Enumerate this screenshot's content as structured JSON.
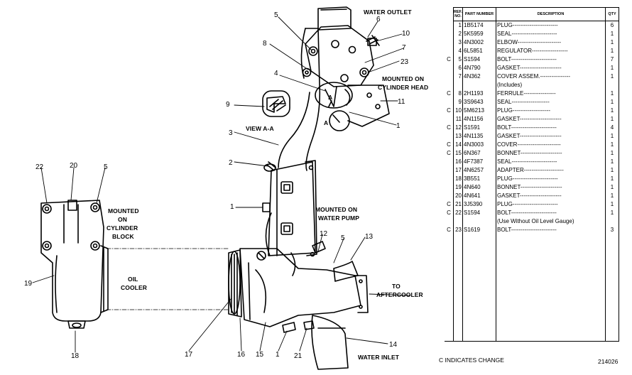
{
  "labels": {
    "water_outlet": "WATER OUTLET",
    "mounted_on_cylinder_head": [
      "MOUNTED ON",
      "CYLINDER HEAD"
    ],
    "view_aa": "VIEW A-A",
    "section_mark": "A",
    "mounted_on_water_pump": [
      "MOUNTED ON",
      "WATER PUMP"
    ],
    "mounted_on_cylinder_block": [
      "MOUNTED",
      "ON",
      "CYLINDER",
      "BLOCK"
    ],
    "oil_cooler": [
      "OIL",
      "COOLER"
    ],
    "to_aftercooler": [
      "TO",
      "AFTERCOOLER"
    ],
    "water_inlet": "WATER INLET"
  },
  "callouts": {
    "c5a": "5",
    "c6": "6",
    "c10": "10",
    "c7": "7",
    "c23": "23",
    "c8": "8",
    "c4": "4",
    "c11": "11",
    "c1a": "1",
    "c9": "9",
    "c3": "3",
    "c2": "2",
    "c1b": "1",
    "c12": "12",
    "c5b": "5",
    "c13": "13",
    "c22": "22",
    "c20": "20",
    "c5c": "5",
    "c19": "19",
    "c18": "18",
    "c17": "17",
    "c16": "16",
    "c15": "15",
    "c1c": "1",
    "c21": "21",
    "c14": "14"
  },
  "table": {
    "headers": {
      "ref": "REF. NO.",
      "part": "PART NUMBER",
      "desc": "DESCRIPTION",
      "qty": "QTY"
    },
    "rows": [
      {
        "c": "",
        "ref": "1",
        "part": "1B5174",
        "desc": "PLUG------------------------",
        "qty": "6"
      },
      {
        "c": "",
        "ref": "2",
        "part": "5K5959",
        "desc": "SEAL------------------------",
        "qty": "1"
      },
      {
        "c": "",
        "ref": "3",
        "part": "4N3002",
        "desc": "ELBOW-----------------------",
        "qty": "1"
      },
      {
        "c": "",
        "ref": "4",
        "part": "6L5851",
        "desc": "REGULATOR-------------------",
        "qty": "1"
      },
      {
        "c": "C",
        "ref": "5",
        "part": "S1594",
        "desc": "BOLT------------------------",
        "qty": "7"
      },
      {
        "c": "",
        "ref": "6",
        "part": "4N790",
        "desc": "GASKET----------------------",
        "qty": "1"
      },
      {
        "c": "",
        "ref": "7",
        "part": "4N362",
        "desc": "COVER ASSEM.----------------",
        "qty": "1"
      },
      {
        "c": "",
        "ref": "",
        "part": "",
        "desc": "     (Includes)",
        "qty": ""
      },
      {
        "c": "C",
        "ref": "8",
        "part": "2H1193",
        "desc": "   FERRULE-----------------",
        "qty": "1"
      },
      {
        "c": "",
        "ref": "9",
        "part": "3S9643",
        "desc": "   SEAL--------------------",
        "qty": "1"
      },
      {
        "c": "C",
        "ref": "10",
        "part": "5M6213",
        "desc": "   PLUG--------------------",
        "qty": "1"
      },
      {
        "c": "",
        "ref": "11",
        "part": "4N1156",
        "desc": "GASKET----------------------",
        "qty": "1"
      },
      {
        "c": "C",
        "ref": "12",
        "part": "S1591",
        "desc": "BOLT------------------------",
        "qty": "4"
      },
      {
        "c": "",
        "ref": "13",
        "part": "4N1135",
        "desc": "GASKET----------------------",
        "qty": "1"
      },
      {
        "c": "C",
        "ref": "14",
        "part": "4N3003",
        "desc": "COVER-----------------------",
        "qty": "1"
      },
      {
        "c": "C",
        "ref": "15",
        "part": "6N367",
        "desc": "BONNET----------------------",
        "qty": "1"
      },
      {
        "c": "",
        "ref": "16",
        "part": "4F7387",
        "desc": "SEAL------------------------",
        "qty": "1"
      },
      {
        "c": "",
        "ref": "17",
        "part": "4N6257",
        "desc": "ADAPTER---------------------",
        "qty": "1"
      },
      {
        "c": "",
        "ref": "18",
        "part": "3B551",
        "desc": "PLUG------------------------",
        "qty": "1"
      },
      {
        "c": "",
        "ref": "19",
        "part": "4N640",
        "desc": "BONNET----------------------",
        "qty": "1"
      },
      {
        "c": "",
        "ref": "20",
        "part": "4N641",
        "desc": "GASKET----------------------",
        "qty": "1"
      },
      {
        "c": "C",
        "ref": "21",
        "part": "3J5390",
        "desc": "PLUG------------------------",
        "qty": "1"
      },
      {
        "c": "C",
        "ref": "22",
        "part": "S1594",
        "desc": "BOLT------------------------",
        "qty": "1"
      },
      {
        "c": "",
        "ref": "",
        "part": "",
        "desc": "  (Use Without Oil Level Gauge)",
        "qty": ""
      },
      {
        "c": "C",
        "ref": "23",
        "part": "S1619",
        "desc": "BOLT------------------------",
        "qty": "3"
      }
    ]
  },
  "footer": {
    "legend": "C INDICATES CHANGE",
    "code": "214026"
  }
}
